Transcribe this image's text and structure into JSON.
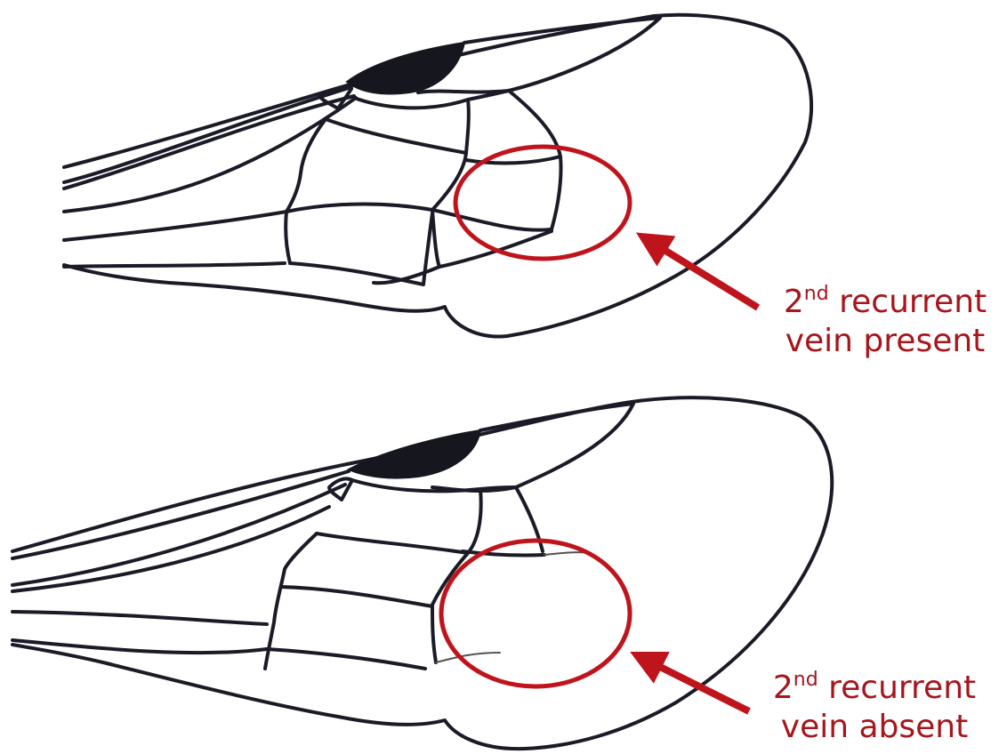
{
  "colors": {
    "annotation": "#c0141c",
    "label_text": "#a6161c",
    "vein": "#1b1b28"
  },
  "labels": {
    "top": {
      "ordinal": "2",
      "suffix": "nd",
      "rest": " recurrent",
      "line2": "vein present"
    },
    "bottom": {
      "ordinal": "2",
      "suffix": "nd",
      "rest": " recurrent",
      "line2": "vein absent"
    }
  }
}
